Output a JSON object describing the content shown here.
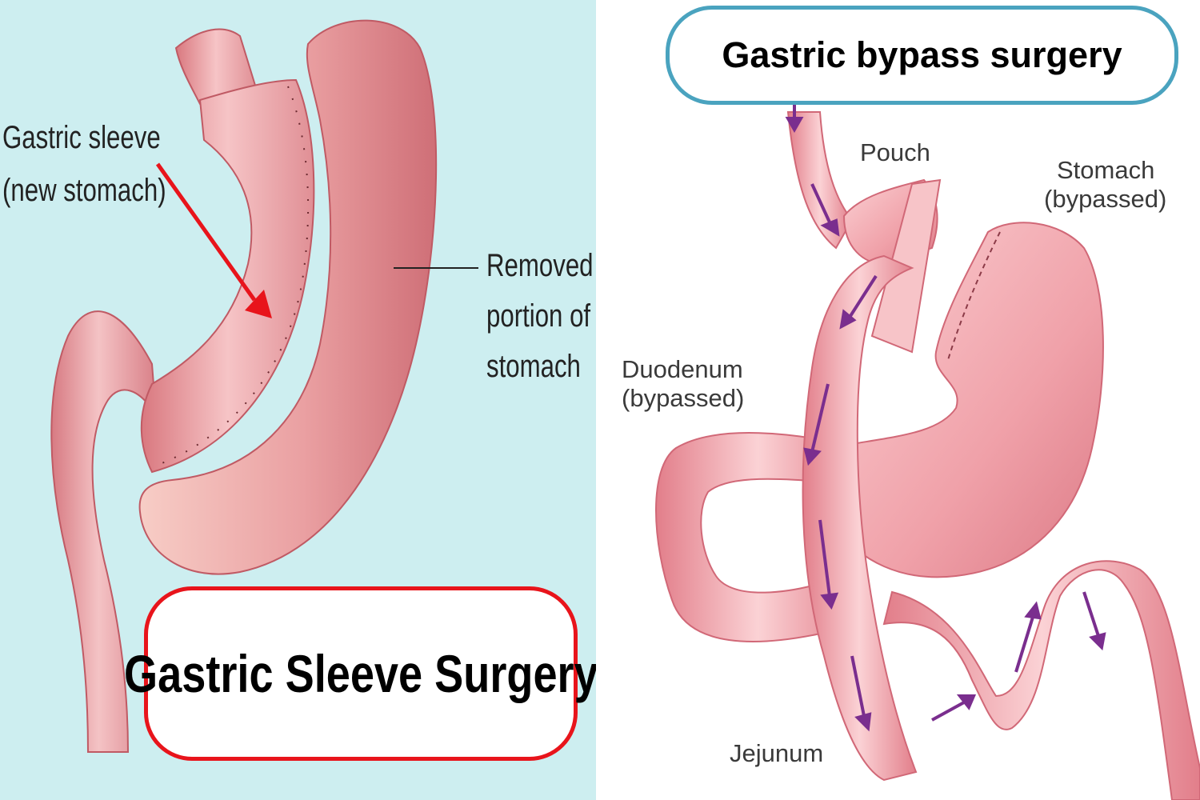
{
  "left": {
    "title": "Gastric Sleeve Surgery",
    "label_sleeve_line1": "Gastric sleeve",
    "label_sleeve_line2": "(new stomach)",
    "label_removed_line1": "Removed",
    "label_removed_line2": "portion of",
    "label_removed_line3": "stomach",
    "colors": {
      "background": "#cdeef0",
      "title_border": "#e8141b",
      "arrow": "#e8141b"
    }
  },
  "right": {
    "title": "Gastric bypass surgery",
    "label_pouch": "Pouch",
    "label_stomach_line1": "Stomach",
    "label_stomach_line2": "(bypassed)",
    "label_duodenum_line1": "Duodenum",
    "label_duodenum_line2": "(bypassed)",
    "label_jejunum": "Jejunum",
    "colors": {
      "title_border": "#4aa3bf",
      "flow_arrows": "#7a2e8e",
      "tissue": "#f2a0a6"
    }
  }
}
